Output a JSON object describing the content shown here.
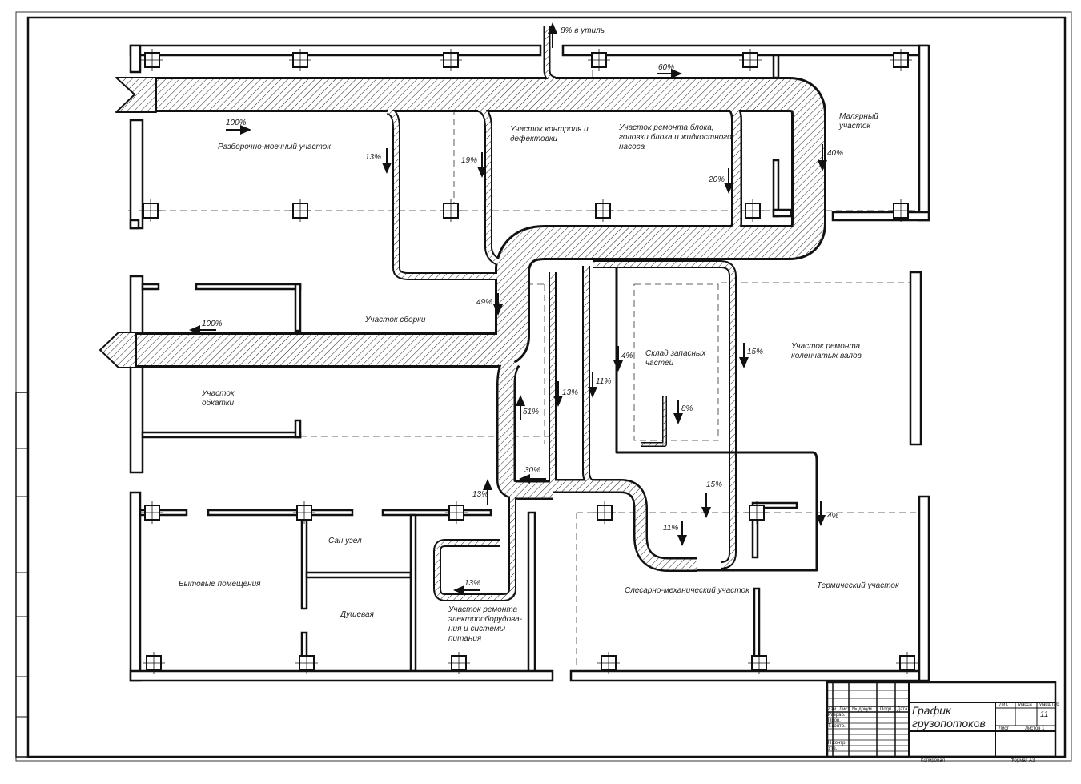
{
  "drawing": {
    "flows": {
      "scrap": "8% в утиль",
      "top_60": "60%",
      "inflow": "100%",
      "to_control_13": "13%",
      "to_control_19": "19%",
      "to_block_20": "20%",
      "to_paint_40": "40%",
      "to_assembly_49": "49%",
      "outflow": "100%",
      "warehouse_4": "4%",
      "crank_15": "15%",
      "down_13": "13%",
      "down_11": "11%",
      "up_51": "51%",
      "warehouse_8": "8%",
      "return_30": "30%",
      "up_13": "13%",
      "mech_15": "15%",
      "thermal_4": "4%",
      "mech_11": "11%",
      "electric_13": "13%"
    },
    "areas": {
      "washing": "Разборочно-моечный участок",
      "control": [
        "Участок контроля и",
        "дефектовки"
      ],
      "block_repair": [
        "Участок ремонта блока,",
        "головки блока и жидкостного",
        "насоса"
      ],
      "painting": [
        "Малярный",
        "участок"
      ],
      "assembly": "Участок сборки",
      "running_in": [
        "Участок",
        "обкатки"
      ],
      "warehouse": [
        "Склад запасных",
        "частей"
      ],
      "crankshaft": [
        "Участок ремонта",
        "коленчатых валов"
      ],
      "sanitary": "Сан узел",
      "household": "Бытовые помещения",
      "shower": "Душевая",
      "electrical": [
        "Участок ремонта",
        "электрооборудова-",
        "ния и системы",
        "питания"
      ],
      "mechanical": "Слесарно-механический участок",
      "thermal": "Термический участок"
    }
  },
  "title_block": {
    "title": "График грузопотоков",
    "sheet_code": "11",
    "col_headers": [
      "Изм.",
      "Лист",
      "№ докум.",
      "Подп.",
      "Дата"
    ],
    "rows": [
      "Разраб.",
      "Пров.",
      "Т.контр.",
      "Н.контр.",
      "Утв."
    ],
    "lit": "Лит.",
    "mass": "Масса",
    "scale": "Масштаб",
    "sheet": "Лист",
    "sheets": "Листов 1",
    "copied": "Копировал",
    "format": "Формат  А3"
  }
}
